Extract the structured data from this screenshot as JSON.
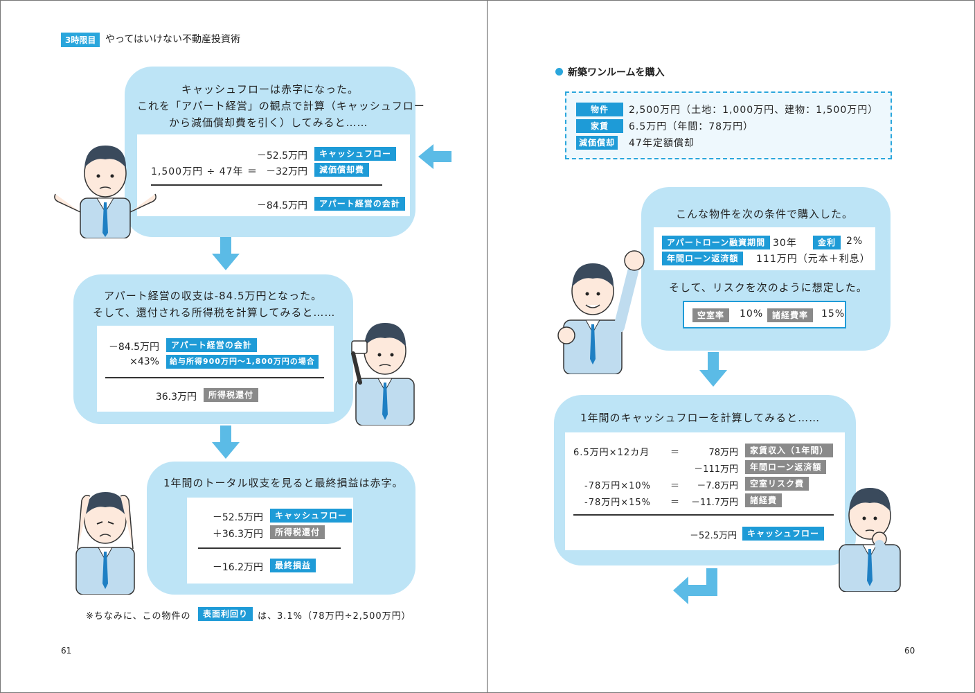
{
  "left": {
    "chapter_tag": "3時限目",
    "chapter_title": "やってはいけない不動産投資術",
    "page_number": "61",
    "box1": {
      "line1": "キャッシュフローは赤字になった。",
      "line2": "これを「アパート経営」の観点で計算（キャッシュフロー",
      "line3": "から減価償却費を引く）してみると……",
      "r1_value": "－52.5万円",
      "r1_tag": "キャッシュフロー",
      "r2_formula": "1,500万円 ÷ 47年 ＝",
      "r2_value": "－32万円",
      "r2_tag": "減価償却費",
      "r3_value": "－84.5万円",
      "r3_tag": "アパート経営の会計"
    },
    "box2": {
      "line1": "アパート経営の収支は-84.5万円となった。",
      "line2": "そして、還付される所得税を計算してみると……",
      "r1_value": "－84.5万円",
      "r1_tag": "アパート経営の会計",
      "r2_value": "×43%",
      "r2_tag": "給与所得900万円～1,800万円の場合",
      "r3_value": "36.3万円",
      "r3_tag": "所得税還付"
    },
    "box3": {
      "line1": "1年間のトータル収支を見ると最終損益は赤字。",
      "r1_value": "－52.5万円",
      "r1_tag": "キャッシュフロー",
      "r2_value": "＋36.3万円",
      "r2_tag": "所得税還付",
      "r3_value": "－16.2万円",
      "r3_tag": "最終損益"
    },
    "footnote": {
      "prefix": "※ちなみに、この物件の",
      "tag": "表面利回り",
      "suffix": "は、3.1%（78万円÷2,500万円）"
    }
  },
  "right": {
    "page_number": "60",
    "heading": "新築ワンルームを購入",
    "specs": [
      {
        "tag": "物件",
        "text": "2,500万円（土地：1,000万円、建物：1,500万円）"
      },
      {
        "tag": "家賃",
        "text": "6.5万円（年間：78万円）"
      },
      {
        "tag": "減価償却",
        "text": "47年定額償却"
      }
    ],
    "box1": {
      "line1": "こんな物件を次の条件で購入した。",
      "loan_tag": "アパートローン融資期間",
      "loan_value": "30年",
      "rate_tag": "金利",
      "rate_value": "2%",
      "repay_tag": "年間ローン返済額",
      "repay_value": "111万円（元本＋利息）",
      "line2": "そして、リスクを次のように想定した。",
      "vacancy_tag": "空室率",
      "vacancy_value": "10%",
      "expense_tag": "諸経費率",
      "expense_value": "15%"
    },
    "box2": {
      "line1": "1年間のキャッシュフローを計算してみると……",
      "rows": [
        {
          "formula": "6.5万円×12カ月",
          "eq": "＝",
          "value": "78万円",
          "tag": "家賃収入（1年間）"
        },
        {
          "formula": "",
          "eq": "",
          "value": "－111万円",
          "tag": "年間ローン返済額"
        },
        {
          "formula": "-78万円×10%",
          "eq": "＝",
          "value": "－7.8万円",
          "tag": "空室リスク費"
        },
        {
          "formula": "-78万円×15%",
          "eq": "＝",
          "value": "－11.7万円",
          "tag": "諸経費"
        }
      ],
      "total_value": "－52.5万円",
      "total_tag": "キャッシュフロー"
    }
  },
  "colors": {
    "bubble": "#bde4f6",
    "accent": "#1e9bd7",
    "gray_tag": "#8a8a8a",
    "arrow": "#5bbbe6"
  }
}
